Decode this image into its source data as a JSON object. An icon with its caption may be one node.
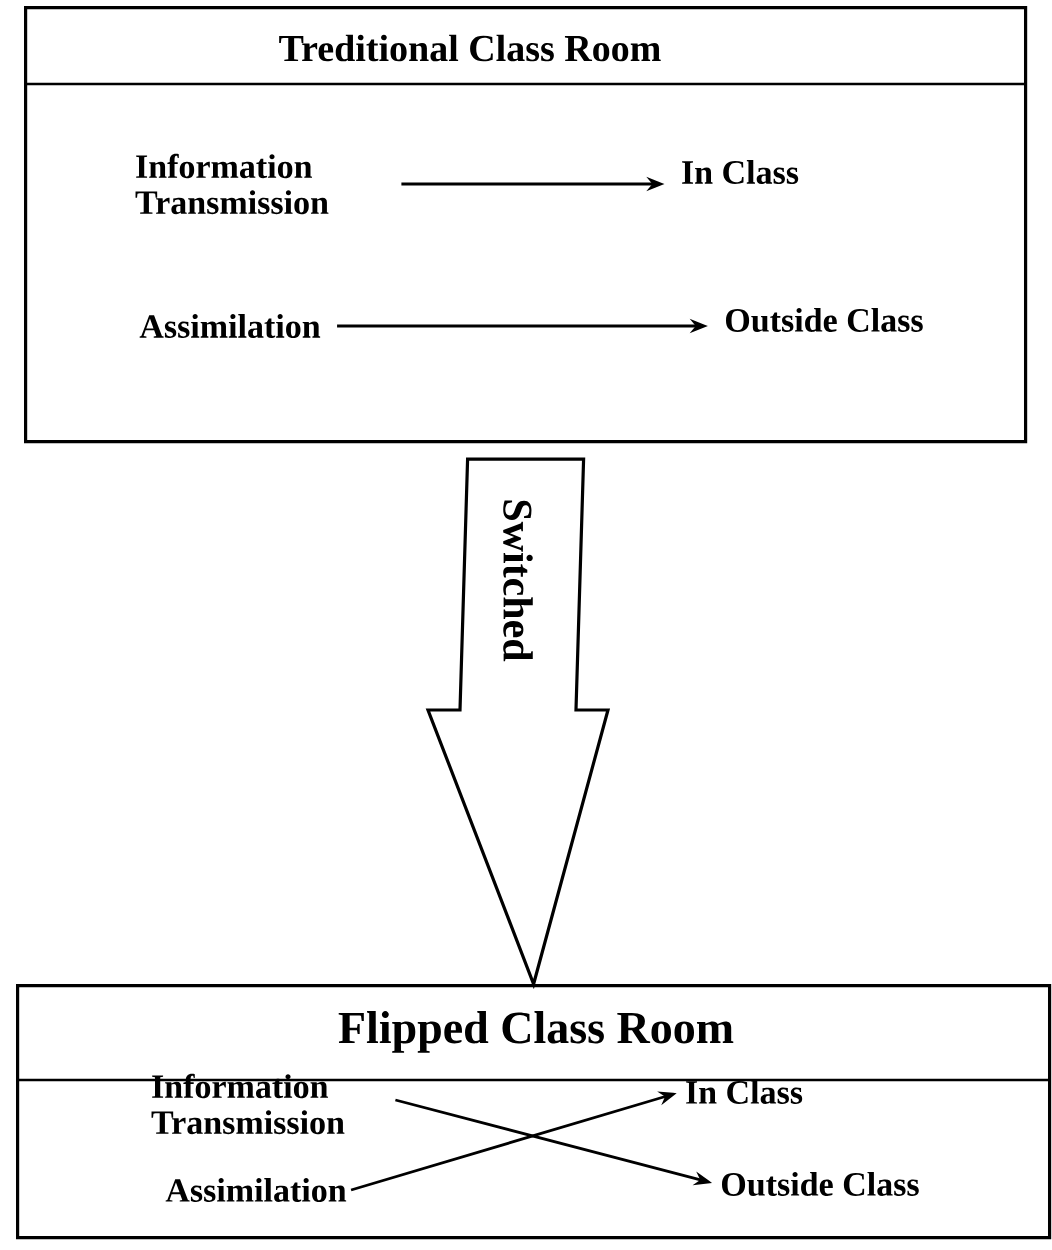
{
  "diagram": {
    "nodes": [
      {
        "text": [
          "Treditional Class Room"
        ]
      },
      {
        "text": [
          "Information Transmission"
        ],
        "in": 0
      },
      {
        "text": [
          "In Class"
        ],
        "in": 0
      },
      {
        "text": [
          "Assimilation"
        ],
        "in": 0
      },
      {
        "text": [
          "Outside Class"
        ],
        "in": 0
      },
      {
        "text": [
          "Flipped Class Room"
        ]
      },
      {
        "text": [
          "Information Transmission"
        ],
        "in": 5
      },
      {
        "text": [
          "In Class"
        ],
        "in": 5
      },
      {
        "text": [
          "Assimilation"
        ],
        "in": 5
      },
      {
        "text": [
          "Outside Class"
        ],
        "in": 5
      }
    ],
    "edges": [
      {
        "from": 1,
        "to": 2,
        "arrow": "to"
      },
      {
        "from": 3,
        "to": 4,
        "arrow": "to"
      },
      {
        "from": 0,
        "to": 5,
        "arrow": "to",
        "label": "Switched",
        "style": "thick"
      },
      {
        "from": 6,
        "to": 9,
        "arrow": "to"
      },
      {
        "from": 8,
        "to": 7,
        "arrow": "to"
      }
    ]
  }
}
